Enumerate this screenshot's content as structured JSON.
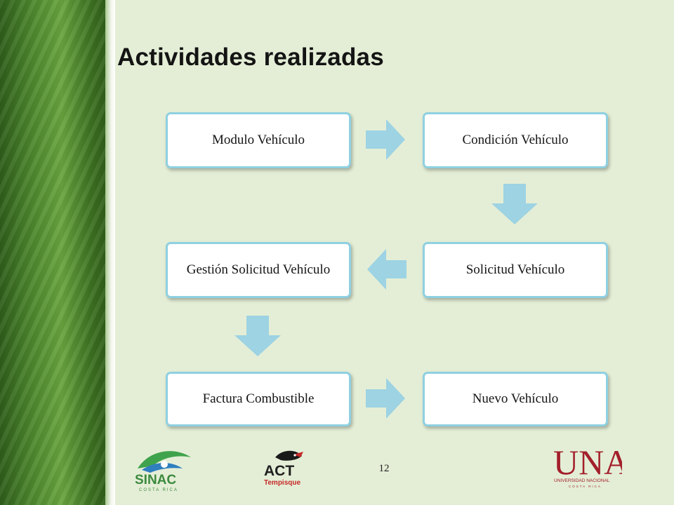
{
  "slide": {
    "title": "Actividades realizadas",
    "page_number": "12"
  },
  "flow": {
    "nodes": [
      {
        "id": "modulo",
        "label": "Modulo Vehículo"
      },
      {
        "id": "condicion",
        "label": "Condición Vehículo"
      },
      {
        "id": "solicitud",
        "label": "Solicitud Vehículo"
      },
      {
        "id": "gestion",
        "label": "Gestión Solicitud Vehículo"
      },
      {
        "id": "factura",
        "label": "Factura Combustible"
      },
      {
        "id": "nuevo",
        "label": "Nuevo Vehículo"
      }
    ],
    "edges": [
      {
        "from": "modulo",
        "to": "condicion",
        "direction": "right"
      },
      {
        "from": "condicion",
        "to": "solicitud",
        "direction": "down"
      },
      {
        "from": "solicitud",
        "to": "gestion",
        "direction": "left"
      },
      {
        "from": "gestion",
        "to": "factura",
        "direction": "down"
      },
      {
        "from": "factura",
        "to": "nuevo",
        "direction": "right"
      }
    ]
  },
  "logos": {
    "sinac": {
      "text": "SINAC",
      "subtext": "COSTA RICA"
    },
    "act": {
      "text": "ACT",
      "subtext": "Tempisque"
    },
    "una": {
      "text": "UNA",
      "subtext": "UNIVERSIDAD NACIONAL",
      "subtext2": "COSTA RICA"
    }
  },
  "colors": {
    "node_border": "#8fd0e1",
    "arrow_fill": "#9dd3e3",
    "sidebar_green": "#4f8a2f",
    "background": "#e4eed6",
    "una_red": "#a31f2b"
  }
}
